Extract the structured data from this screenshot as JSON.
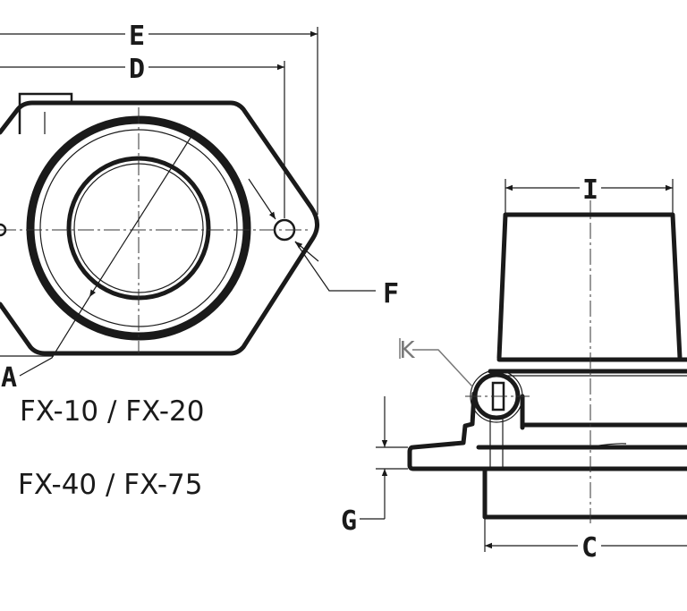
{
  "dimensions": {
    "E": "E",
    "D": "D",
    "A": "A",
    "F": "F",
    "I": "I",
    "K": "K",
    "G": "G",
    "C": "C"
  },
  "models": {
    "line1": "FX-10 / FX-20",
    "line2": "FX-40 / FX-75"
  },
  "colors": {
    "line": "#1a1a1a",
    "leader": "#777777",
    "background": "#ffffff"
  }
}
